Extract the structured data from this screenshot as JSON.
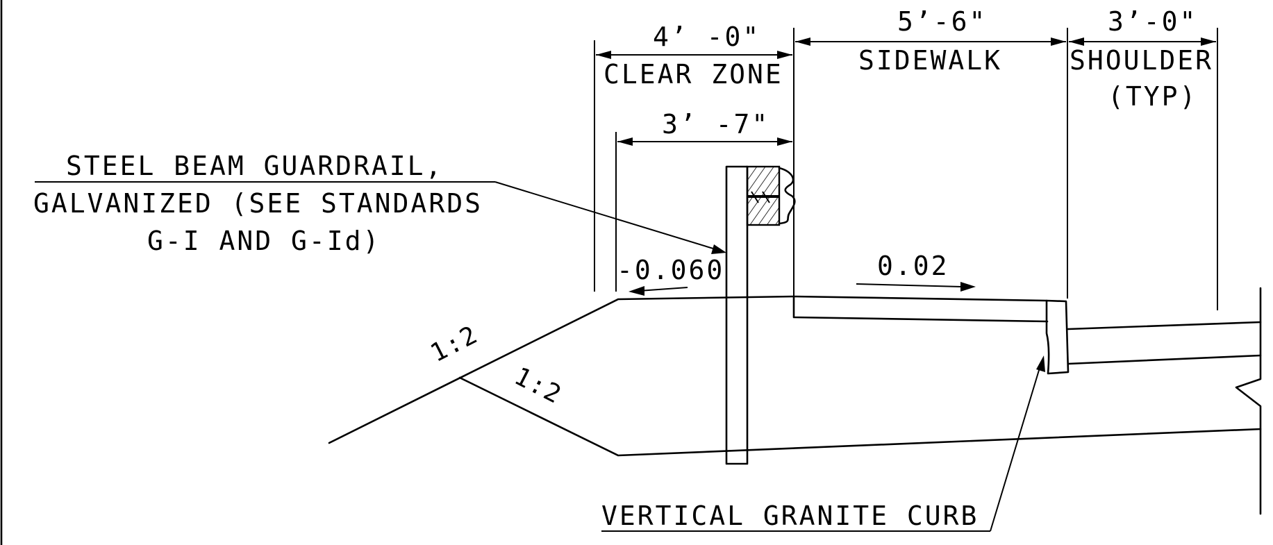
{
  "dimensions": {
    "clear_zone_width": "4’ -0\"",
    "clear_zone_label": "CLEAR ZONE",
    "post_offset": "3’ -7\"",
    "sidewalk_width": "5’-6\"",
    "sidewalk_label": "SIDEWALK",
    "shoulder_width": "3’-0\"",
    "shoulder_label_1": "SHOULDER",
    "shoulder_label_2": "(TYP)"
  },
  "slopes": {
    "clear_zone_slope": "-0.060",
    "sidewalk_slope": "0.02",
    "fill_slope_upper": "1:2",
    "fill_slope_lower": "1:2"
  },
  "callouts": {
    "guardrail_line_1": "STEEL BEAM GUARDRAIL,",
    "guardrail_line_2": "GALVANIZED (SEE STANDARDS",
    "guardrail_line_3": "G-I AND G-Id)",
    "curb": "VERTICAL GRANITE CURB"
  }
}
